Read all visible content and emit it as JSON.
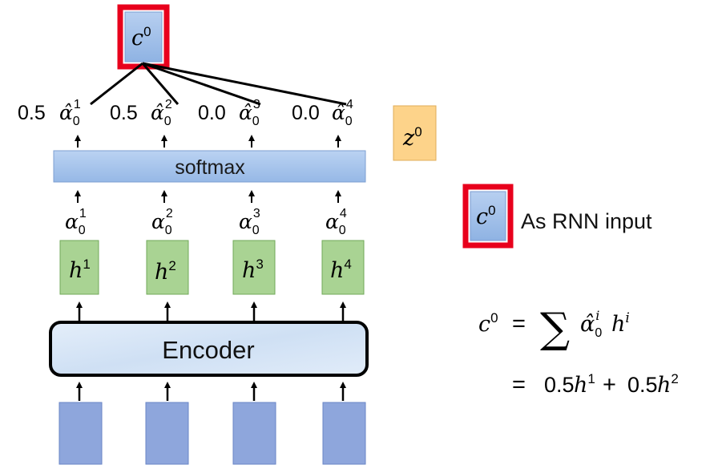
{
  "context": {
    "symbol": "c",
    "superscript": "0"
  },
  "decoder_state": {
    "symbol": "z",
    "superscript": "0"
  },
  "softmax": {
    "label": "softmax"
  },
  "encoder": {
    "label": "Encoder"
  },
  "attention_weights": [
    {
      "index": "1",
      "value": "0.5"
    },
    {
      "index": "2",
      "value": "0.5"
    },
    {
      "index": "3",
      "value": "0.0"
    },
    {
      "index": "4",
      "value": "0.0"
    }
  ],
  "attention_scores": [
    {
      "symbol": "α",
      "sub": "0",
      "sup": "1"
    },
    {
      "symbol": "α",
      "sub": "0",
      "sup": "2"
    },
    {
      "symbol": "α",
      "sub": "0",
      "sup": "3"
    },
    {
      "symbol": "α",
      "sub": "0",
      "sup": "4"
    }
  ],
  "hidden_states": [
    {
      "symbol": "h",
      "sup": "1"
    },
    {
      "symbol": "h",
      "sup": "2"
    },
    {
      "symbol": "h",
      "sup": "3"
    },
    {
      "symbol": "h",
      "sup": "4"
    }
  ],
  "weight_symbol": {
    "symbol": "α̂",
    "sub": "0"
  },
  "legend": {
    "text": "As RNN input"
  },
  "formula": {
    "line1": {
      "lhs": "c",
      "lhs_sup": "0",
      "eq": "=",
      "sum": "∑",
      "alpha": "α̂",
      "alpha_sub": "0",
      "alpha_sup": "i",
      "h": "h",
      "h_sup": "i"
    },
    "line2": {
      "eq": "=",
      "c1": "0.5",
      "h1": "h",
      "h1_sup": "1",
      "plus": "+",
      "c2": "0.5",
      "h2": "h",
      "h2_sup": "2"
    }
  },
  "colors": {
    "highlight_border": "#e8001c",
    "context_fill": "#a6c3ea",
    "decoder_fill": "#fdd38a",
    "softmax_fill": "#a9c6ec",
    "hidden_fill": "#a9d393",
    "hidden_border": "#71a85a",
    "input_fill": "#8ea6dc",
    "input_border": "#6a86c6",
    "encoder_fill": "#d9e7f7"
  }
}
